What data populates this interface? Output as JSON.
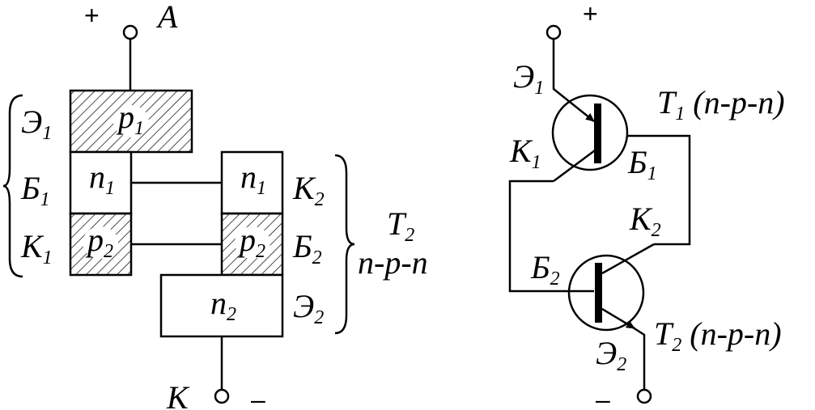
{
  "left": {
    "plus": "+",
    "minus": "–",
    "anode": "A",
    "cathode": "K",
    "layers": {
      "p1": {
        "base": "p",
        "sub": "1"
      },
      "n1": {
        "base": "n",
        "sub": "1"
      },
      "p2": {
        "base": "p",
        "sub": "2"
      },
      "n1_right": {
        "base": "n",
        "sub": "1"
      },
      "p2_right": {
        "base": "p",
        "sub": "2"
      },
      "n2": {
        "base": "n",
        "sub": "2"
      }
    },
    "t1_labels": {
      "e1": {
        "base": "Э",
        "sub": "1"
      },
      "b1": {
        "base": "Б",
        "sub": "1"
      },
      "k1": {
        "base": "К",
        "sub": "1"
      }
    },
    "t2_labels": {
      "k2": {
        "base": "К",
        "sub": "2"
      },
      "b2": {
        "base": "Б",
        "sub": "2"
      },
      "e2": {
        "base": "Э",
        "sub": "2"
      }
    },
    "t2_caption": {
      "base": "T",
      "sub": "2",
      "type": "n-p-n"
    }
  },
  "right": {
    "plus": "+",
    "minus": "–",
    "t1": {
      "base": "T",
      "sub": "1",
      "type": "(n-p-n)"
    },
    "t2": {
      "base": "T",
      "sub": "2",
      "type": "(n-p-n)"
    },
    "labels": {
      "e1": {
        "base": "Э",
        "sub": "1"
      },
      "k1": {
        "base": "К",
        "sub": "1"
      },
      "b1": {
        "base": "Б",
        "sub": "1"
      },
      "k2": {
        "base": "К",
        "sub": "2"
      },
      "b2": {
        "base": "Б",
        "sub": "2"
      },
      "e2": {
        "base": "Э",
        "sub": "2"
      }
    }
  }
}
